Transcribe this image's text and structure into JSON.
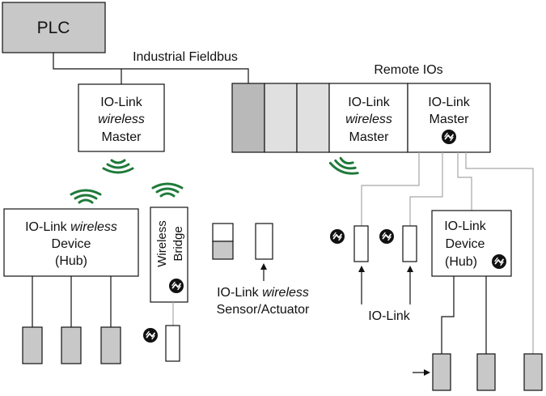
{
  "labels": {
    "plc": "PLC",
    "fieldbus": "Industrial Fieldbus",
    "remote_ios": "Remote IOs",
    "wl_master_left": {
      "line1": "IO-Link",
      "line2": "wireless",
      "line3": "Master"
    },
    "wl_master_right": {
      "line1": "IO-Link",
      "line2": "wireless",
      "line3": "Master"
    },
    "iol_master": {
      "line1": "IO-Link",
      "line2": "Master"
    },
    "wl_device_hub": {
      "line1a": "IO-Link ",
      "line1b": "wireless",
      "line2": "Device",
      "line3": "(Hub)"
    },
    "wireless_bridge": {
      "line1": "Wireless",
      "line2": "Bridge"
    },
    "wl_sensor": {
      "line1a": "IO-Link ",
      "line1b": "wireless",
      "line2": "Sensor/Actuator"
    },
    "iolink": "IO-Link",
    "iol_device_hub": {
      "line1": "IO-Link",
      "line2": "Device",
      "line3": "(Hub)"
    }
  },
  "colors": {
    "wireless": "#1f7a3a",
    "device_fill": "#c8c8c8",
    "line": "#111111",
    "light_line": "#a8a8a8"
  },
  "icons": [
    "iolink-symbol-icon",
    "wireless-signal-icon"
  ]
}
